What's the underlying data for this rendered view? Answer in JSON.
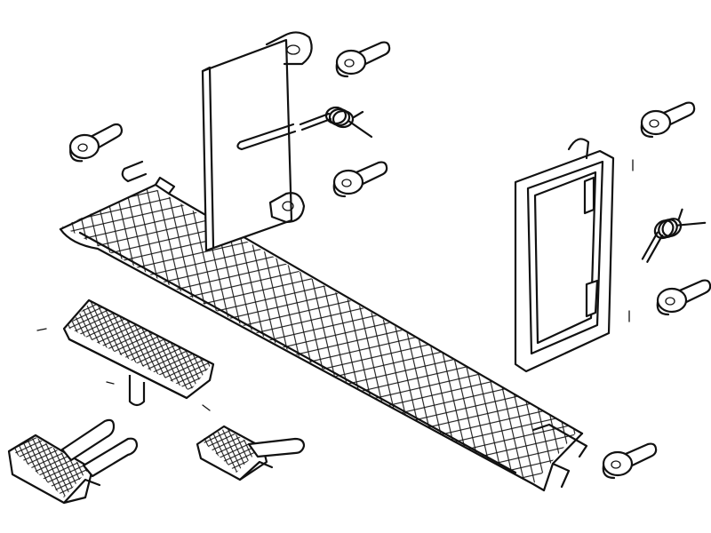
{
  "figure": {
    "kind": "exploded-parts-line-drawing",
    "ink_color": "#111111",
    "paper_color": "#ffffff",
    "parts": [
      "tread-plate",
      "hinged-door-left",
      "hinged-door-right",
      "step-plate",
      "step-bracket-left",
      "step-bracket-right",
      "hinge-bolt",
      "torsion-spring"
    ]
  }
}
